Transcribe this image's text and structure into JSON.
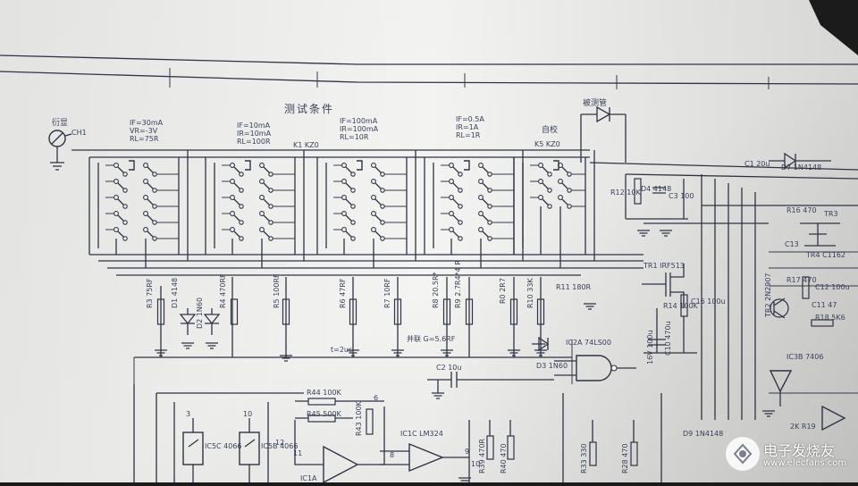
{
  "title": "测试条件",
  "top_left_label": "衍显",
  "probe_label": "CH1",
  "test_conditions": [
    {
      "lines": [
        "IF=30mA",
        "VR=-3V",
        "RL=75R"
      ],
      "relay": ""
    },
    {
      "lines": [
        "IF=10mA",
        "IR=10mA",
        "RL=100R"
      ],
      "relay": "K1 KZ0"
    },
    {
      "lines": [
        "IF=100mA",
        "IR=100mA",
        "RL=10R"
      ],
      "relay": ""
    },
    {
      "lines": [
        "IF=0.5A",
        "IR=1A",
        "RL=1R"
      ],
      "relay": ""
    }
  ],
  "self_check_label": "自校",
  "self_check_relay": "K5 KZ0",
  "tube_label": "被测管",
  "components": [
    {
      "ref": "R3 75RF"
    },
    {
      "ref": "D1 4148"
    },
    {
      "ref": "D2 1N60"
    },
    {
      "ref": "R4 470RF"
    },
    {
      "ref": "R5 100RF"
    },
    {
      "ref": "R6 47RF"
    },
    {
      "ref": "R7 10RF"
    },
    {
      "ref": "R8 20.5R*"
    },
    {
      "ref": "R9 2.7R4*4 R"
    },
    {
      "ref": "R0 2R7"
    },
    {
      "ref": "R10 33K"
    },
    {
      "ref": "R11 180R"
    },
    {
      "ref": "R12 10K"
    },
    {
      "ref": "D4 4148"
    },
    {
      "ref": "C3 100"
    },
    {
      "ref": "TR1 IRF513"
    },
    {
      "ref": "R14 100K"
    },
    {
      "ref": "C16 100u"
    },
    {
      "ref": "C10 470u"
    },
    {
      "ref": "16V 100u"
    },
    {
      "ref": "IC2A 74LS00"
    },
    {
      "ref": "D3 1N60"
    },
    {
      "ref": "C2 10u"
    },
    {
      "ref": "C1 20u"
    },
    {
      "ref": "D7 1N4148"
    },
    {
      "ref": "R16 470"
    },
    {
      "ref": "TR3"
    },
    {
      "ref": "C13"
    },
    {
      "ref": "TR4 C1162"
    },
    {
      "ref": "R17 470"
    },
    {
      "ref": "C12 100u"
    },
    {
      "ref": "TR2 2N2907"
    },
    {
      "ref": "C11 47"
    },
    {
      "ref": "R18 5K6"
    },
    {
      "ref": "IC3B 7406"
    },
    {
      "ref": "2K R19"
    },
    {
      "ref": "R44 100K"
    },
    {
      "ref": "R45 500K"
    },
    {
      "ref": "R43 100K"
    },
    {
      "ref": "IC1C LM324"
    },
    {
      "ref": "IC1A"
    },
    {
      "ref": "IC5C 4066"
    },
    {
      "ref": "IC5B 4066"
    },
    {
      "ref": "R39 470R"
    },
    {
      "ref": "R40 470"
    },
    {
      "ref": "R33 330"
    },
    {
      "ref": "R28 470"
    },
    {
      "ref": "D9 1N4148"
    }
  ],
  "misc_labels": [
    "t=2us",
    "并联 G=5.6RF",
    "3",
    "10",
    "11",
    "12",
    "8",
    "9",
    "10",
    "6"
  ],
  "watermark": {
    "icon": "electronics-logo-icon",
    "title": "电子发烧友",
    "url": "www.elecfans.com"
  }
}
